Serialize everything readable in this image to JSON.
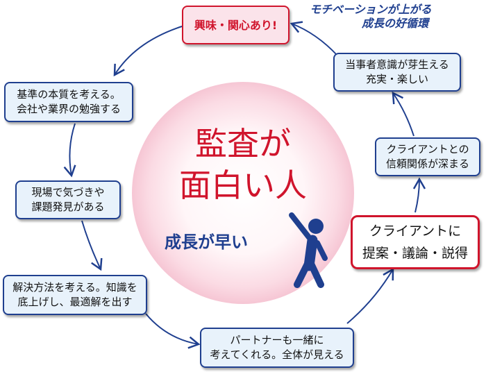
{
  "tagline": {
    "line1": "モチベーションが上がる",
    "line2": "成長の好循環"
  },
  "center": {
    "title_line1": "監査が",
    "title_line2": "面白い人",
    "growth": "成長が早い"
  },
  "steps": {
    "interest": "興味・関心あり!",
    "standards": [
      "基準の本質を考える。",
      "会社や業界の勉強する"
    ],
    "field": [
      "現場で気づきや",
      "課題発見がある"
    ],
    "solution": [
      "解決方法を考える。知識を",
      "底上げし、最適解を出す"
    ],
    "partner": [
      "パートナーも一緒に",
      "考えてくれる。全体が見える"
    ],
    "client": [
      "クライアントに",
      "提案・議論・説得"
    ],
    "trust": [
      "クライアントとの",
      "信頼関係が深まる"
    ],
    "ownership": [
      "当事者意識が芽生える",
      "充実・楽しい"
    ]
  },
  "colors": {
    "accent_red": "#d0142c",
    "navy": "#1f3f8f",
    "box_fill": "#e8f2fb",
    "pink_fill": "#fbe3ea"
  },
  "icons": {
    "figure": "person-raising-arm-icon"
  }
}
